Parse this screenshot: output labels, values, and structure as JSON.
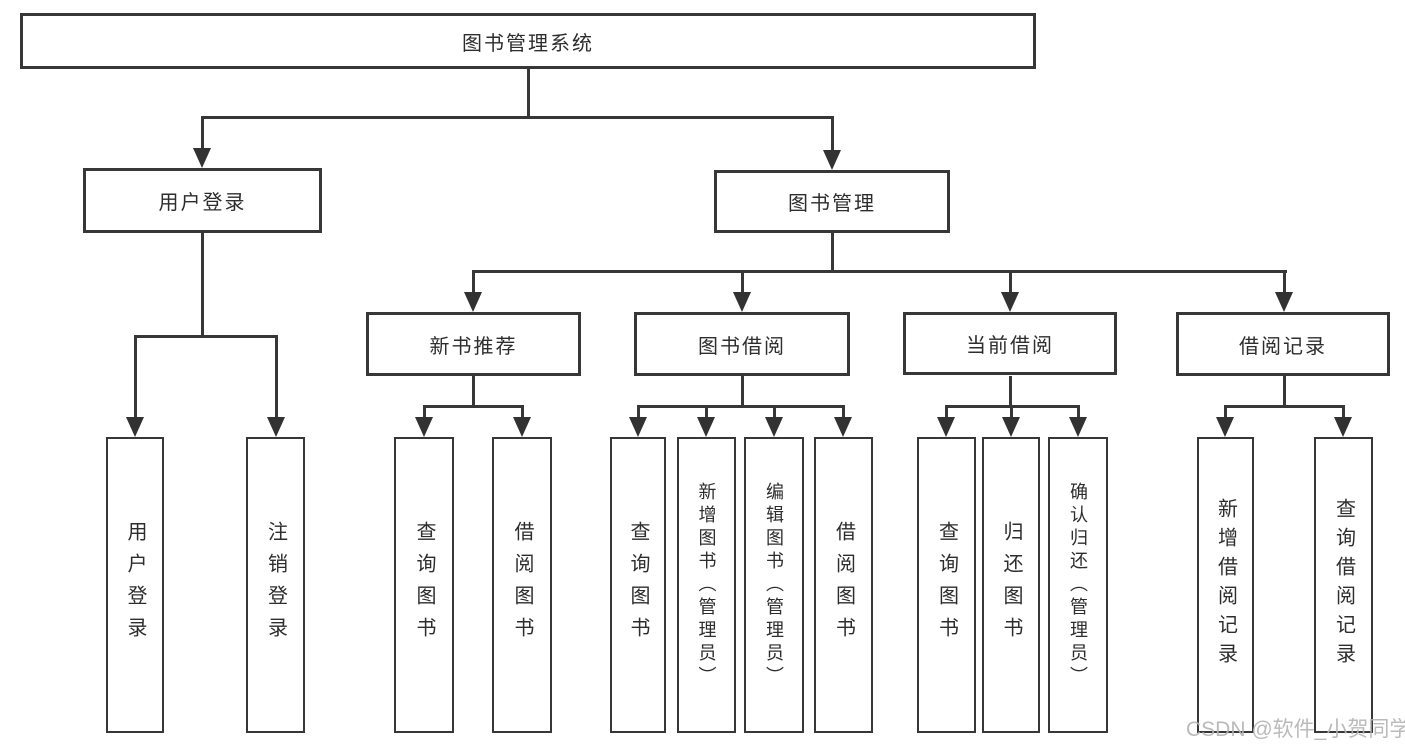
{
  "diagram": {
    "root": {
      "label": "图书管理系统"
    },
    "branches": [
      {
        "label": "用户登录",
        "children": [
          {
            "label": "用户登录"
          },
          {
            "label": "注销登录"
          }
        ]
      },
      {
        "label": "图书管理",
        "children": [
          {
            "label": "新书推荐",
            "children": [
              {
                "label": "查询图书"
              },
              {
                "label": "借阅图书"
              }
            ]
          },
          {
            "label": "图书借阅",
            "children": [
              {
                "label": "查询图书"
              },
              {
                "label": "新增图书（管理员）"
              },
              {
                "label": "编辑图书（管理员）"
              },
              {
                "label": "借阅图书"
              }
            ]
          },
          {
            "label": "当前借阅",
            "children": [
              {
                "label": "查询图书"
              },
              {
                "label": "归还图书"
              },
              {
                "label": "确认归还（管理员）"
              }
            ]
          },
          {
            "label": "借阅记录",
            "children": [
              {
                "label": "新增借阅记录"
              },
              {
                "label": "查询借阅记录"
              }
            ]
          }
        ]
      }
    ],
    "watermark": "CSDN @软件_小贺同学",
    "colors": {
      "line": "#373737",
      "text": "#2d2d2d",
      "watermark": "#b3b3b3",
      "background": "#ffffff"
    }
  }
}
